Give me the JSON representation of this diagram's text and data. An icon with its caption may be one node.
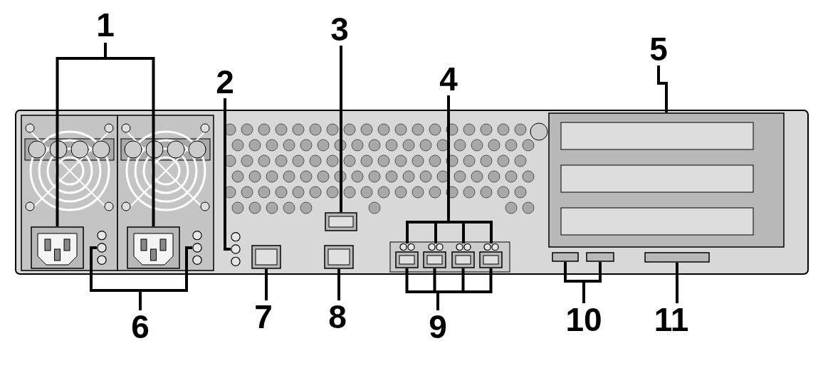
{
  "diagram": {
    "nodes": [
      {
        "text": [
          "1"
        ]
      },
      {
        "text": [
          "2"
        ]
      },
      {
        "text": [
          "3"
        ]
      },
      {
        "text": [
          "4"
        ]
      },
      {
        "text": [
          "5"
        ]
      },
      {
        "text": [
          "6"
        ]
      },
      {
        "text": [
          "7"
        ]
      },
      {
        "text": [
          "8"
        ]
      },
      {
        "text": [
          "9"
        ]
      },
      {
        "text": [
          "10"
        ]
      },
      {
        "text": [
          "11"
        ]
      },
      {
        "text": [],
        "shape": "box"
      },
      {
        "text": [],
        "shape": "box"
      },
      {
        "text": [],
        "shape": "circle"
      },
      {
        "text": [],
        "shape": "circle"
      },
      {
        "text": [],
        "shape": "circle"
      },
      {
        "text": [],
        "shape": "box"
      },
      {
        "text": [],
        "shape": "box"
      },
      {
        "text": [],
        "shape": "box"
      },
      {
        "text": [],
        "shape": "circle"
      },
      {
        "text": [],
        "shape": "circle"
      },
      {
        "text": [],
        "shape": "circle"
      },
      {
        "text": [],
        "shape": "circle"
      },
      {
        "text": [],
        "shape": "box"
      },
      {
        "text": [],
        "shape": "box"
      },
      {
        "text": [],
        "shape": "box"
      },
      {
        "text": [],
        "shape": "box"
      },
      {
        "text": [],
        "shape": "box"
      },
      {
        "text": [],
        "shape": "box"
      },
      {
        "text": [],
        "shape": "box"
      },
      {
        "text": [],
        "shape": "box"
      }
    ],
    "edges": [
      {
        "from": 0,
        "to": 11,
        "arrow": "none"
      },
      {
        "from": 0,
        "to": 12,
        "arrow": "none"
      },
      {
        "from": 1,
        "to": 15,
        "arrow": "none"
      },
      {
        "from": 2,
        "to": 16,
        "arrow": "none"
      },
      {
        "from": 3,
        "to": 19,
        "arrow": "none"
      },
      {
        "from": 3,
        "to": 20,
        "arrow": "none"
      },
      {
        "from": 3,
        "to": 21,
        "arrow": "none"
      },
      {
        "from": 3,
        "to": 22,
        "arrow": "none"
      },
      {
        "from": 4,
        "to": 27,
        "arrow": "none"
      },
      {
        "from": 5,
        "to": 13,
        "arrow": "none"
      },
      {
        "from": 5,
        "to": 14,
        "arrow": "none"
      },
      {
        "from": 6,
        "to": 17,
        "arrow": "none"
      },
      {
        "from": 7,
        "to": 18,
        "arrow": "none"
      },
      {
        "from": 8,
        "to": 23,
        "arrow": "none"
      },
      {
        "from": 8,
        "to": 24,
        "arrow": "none"
      },
      {
        "from": 8,
        "to": 25,
        "arrow": "none"
      },
      {
        "from": 8,
        "to": 26,
        "arrow": "none"
      },
      {
        "from": 9,
        "to": 28,
        "arrow": "none"
      },
      {
        "from": 9,
        "to": 29,
        "arrow": "none"
      },
      {
        "from": 10,
        "to": 30,
        "arrow": "none"
      }
    ]
  }
}
